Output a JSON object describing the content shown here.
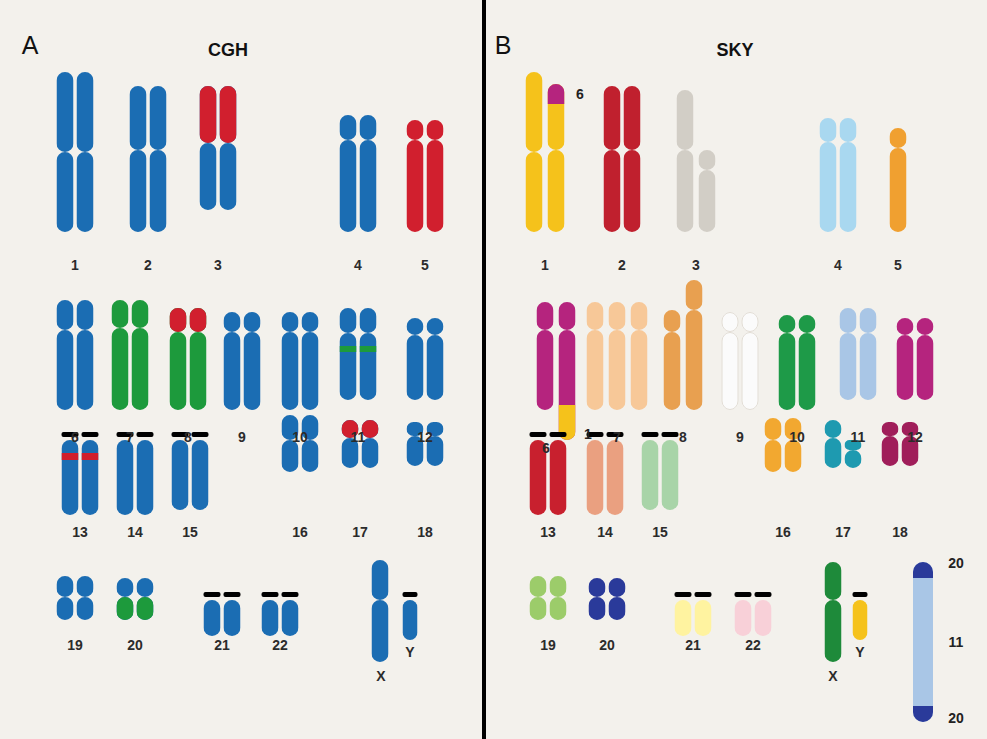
{
  "diagram": {
    "labels": [
      "A",
      "CGH",
      "B",
      "SKY",
      "1",
      "2",
      "3",
      "4",
      "5",
      "6",
      "7",
      "8",
      "9",
      "10",
      "11",
      "12",
      "13",
      "14",
      "15",
      "16",
      "17",
      "18",
      "19",
      "20",
      "21",
      "22",
      "X",
      "Y",
      "6",
      "1",
      "1",
      "2",
      "3",
      "4",
      "5",
      "6",
      "7",
      "8",
      "9",
      "10",
      "11",
      "12",
      "13",
      "14",
      "15",
      "16",
      "17",
      "18",
      "19",
      "20",
      "21",
      "22",
      "X",
      "Y",
      "20",
      "11",
      "20"
    ]
  }
}
